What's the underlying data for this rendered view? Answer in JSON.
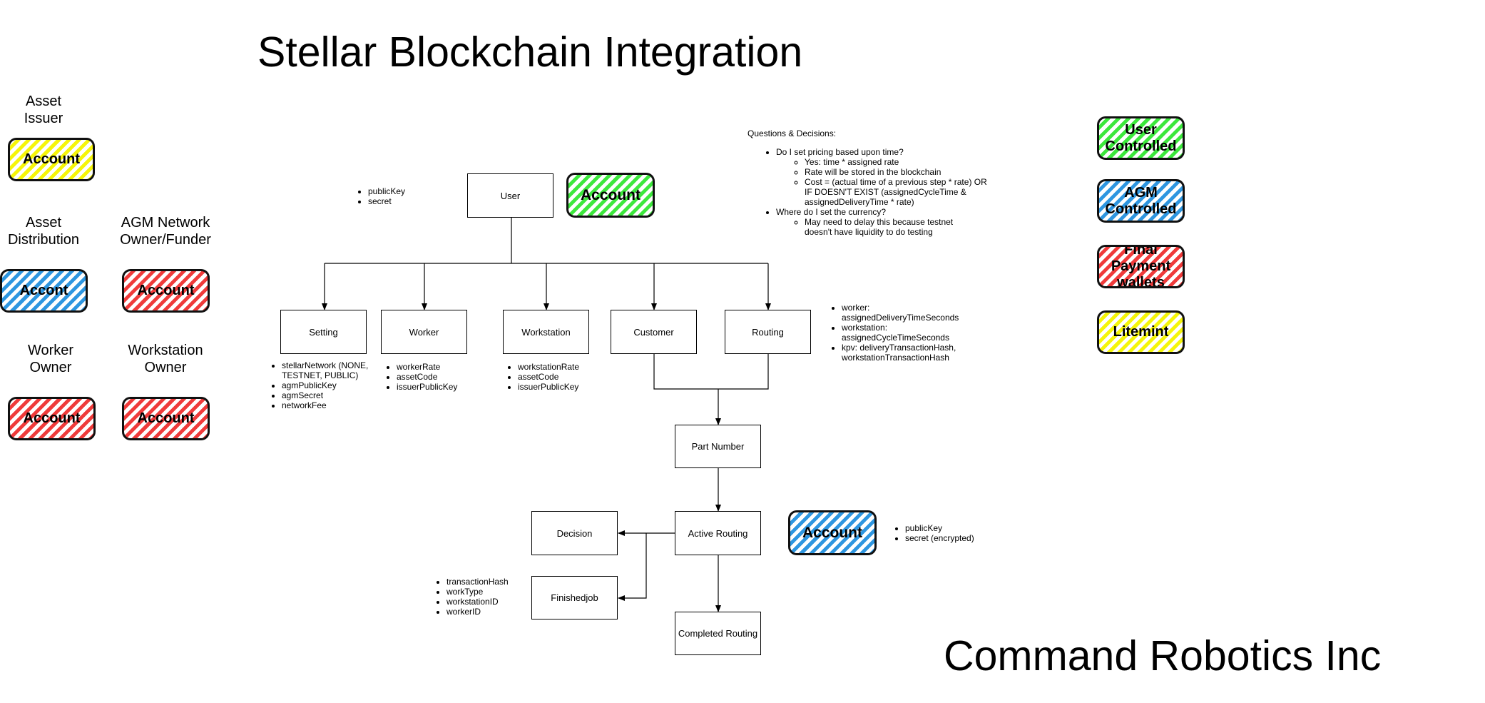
{
  "title": "Stellar Blockchain Integration",
  "footer": "Command Robotics Inc",
  "account_label": "Account",
  "account_label_alt": "Accont",
  "left_groups": {
    "asset_issuer": "Asset\nIssuer",
    "asset_distribution": "Asset\nDistribution",
    "agm_network": "AGM Network\nOwner/Funder",
    "worker_owner": "Worker\nOwner",
    "workstation_owner": "Workstation\nOwner"
  },
  "legend": [
    {
      "label": "User Controlled",
      "color": "#3ce83c"
    },
    {
      "label": "AGM Controlled",
      "color": "#2e96e0"
    },
    {
      "label": "Final Payment wallets",
      "color": "#ef3b3b"
    },
    {
      "label": "Litemint",
      "color": "#f5f50a"
    }
  ],
  "nodes": {
    "user": "User",
    "setting": "Setting",
    "worker": "Worker",
    "workstation": "Workstation",
    "customer": "Customer",
    "routing": "Routing",
    "part_number": "Part Number",
    "active_routing": "Active Routing",
    "decision": "Decision",
    "finished_job": "Finishedjob",
    "completed_routing": "Completed Routing"
  },
  "fields": {
    "user": [
      "publicKey",
      "secret"
    ],
    "setting": [
      "stellarNetwork (NONE, TESTNET, PUBLIC)",
      "agmPublicKey",
      "agmSecret",
      "networkFee"
    ],
    "worker": [
      "workerRate",
      "assetCode",
      "issuerPublicKey"
    ],
    "workstation": [
      "workstationRate",
      "assetCode",
      "issuerPublicKey"
    ],
    "routing": [
      "worker: assignedDeliveryTimeSeconds",
      "workstation: assignedCycleTimeSeconds",
      "kpv: deliveryTransactionHash, workstationTransactionHash"
    ],
    "active_routing": [
      "publicKey",
      "secret (encrypted)"
    ],
    "finished_job": [
      "transactionHash",
      "workType",
      "workstationID",
      "workerID"
    ]
  },
  "questions": {
    "heading": "Questions & Decisions:",
    "q1": "Do I set pricing based upon time?",
    "q1_answers": [
      "Yes: time * assigned rate",
      "Rate will be stored in the blockchain",
      "Cost = (actual time of a previous step * rate) OR IF DOESN'T EXIST (assignedCycleTime & assignedDeliveryTime * rate)"
    ],
    "q2": "Where do I set the currency?",
    "q2_answers": [
      "May need to delay this because testnet doesn't have liquidity to do testing"
    ]
  }
}
